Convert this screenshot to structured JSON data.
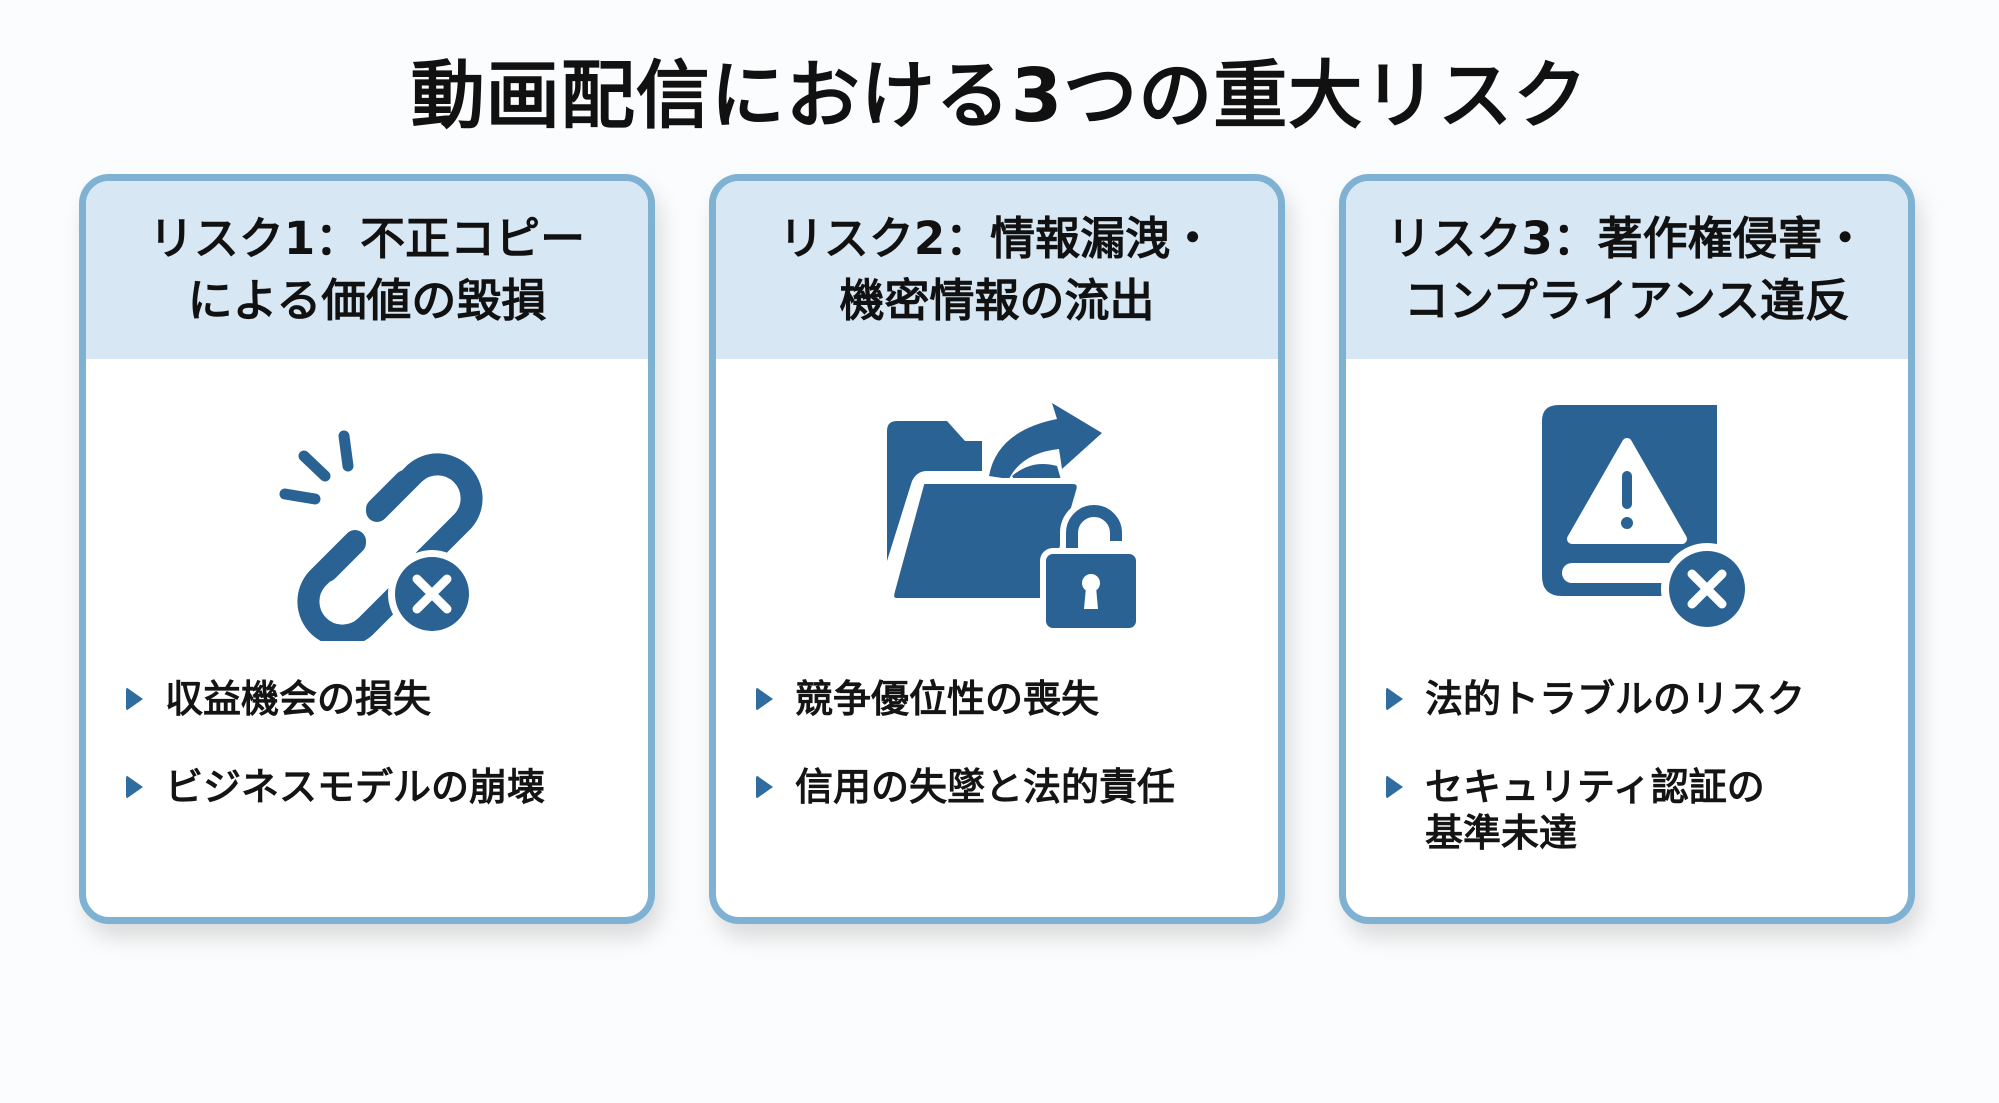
{
  "title": "動画配信における3つの重大リスク",
  "colors": {
    "accent": "#2f6c9f",
    "icon": "#2a6294",
    "card_border": "#7fb1d3",
    "card_header_bg": "#d7e7f4",
    "background": "#fbfcfd",
    "text": "#111111"
  },
  "cards": [
    {
      "title_lines": [
        "リスク1：不正コピー",
        "による価値の毀損"
      ],
      "icon": "broken-link-icon",
      "badge_icon": "x-circle-icon",
      "bullets": [
        {
          "lines": [
            "収益機会の損失"
          ]
        },
        {
          "lines": [
            "ビジネスモデルの崩壊"
          ]
        }
      ]
    },
    {
      "title_lines": [
        "リスク2：情報漏洩・",
        "機密情報の流出"
      ],
      "icon": "folder-export-icon",
      "badge_icon": "unlocked-padlock-icon",
      "bullets": [
        {
          "lines": [
            "競争優位性の喪失"
          ]
        },
        {
          "lines": [
            "信用の失墜と法的責任"
          ]
        }
      ]
    },
    {
      "title_lines": [
        "リスク3：著作権侵害・",
        "コンプライアンス違反"
      ],
      "icon": "warning-book-icon",
      "badge_icon": "x-circle-icon",
      "bullets": [
        {
          "lines": [
            "法的トラブルのリスク"
          ]
        },
        {
          "lines": [
            "セキュリティ認証の",
            "基準未達"
          ]
        }
      ]
    }
  ]
}
